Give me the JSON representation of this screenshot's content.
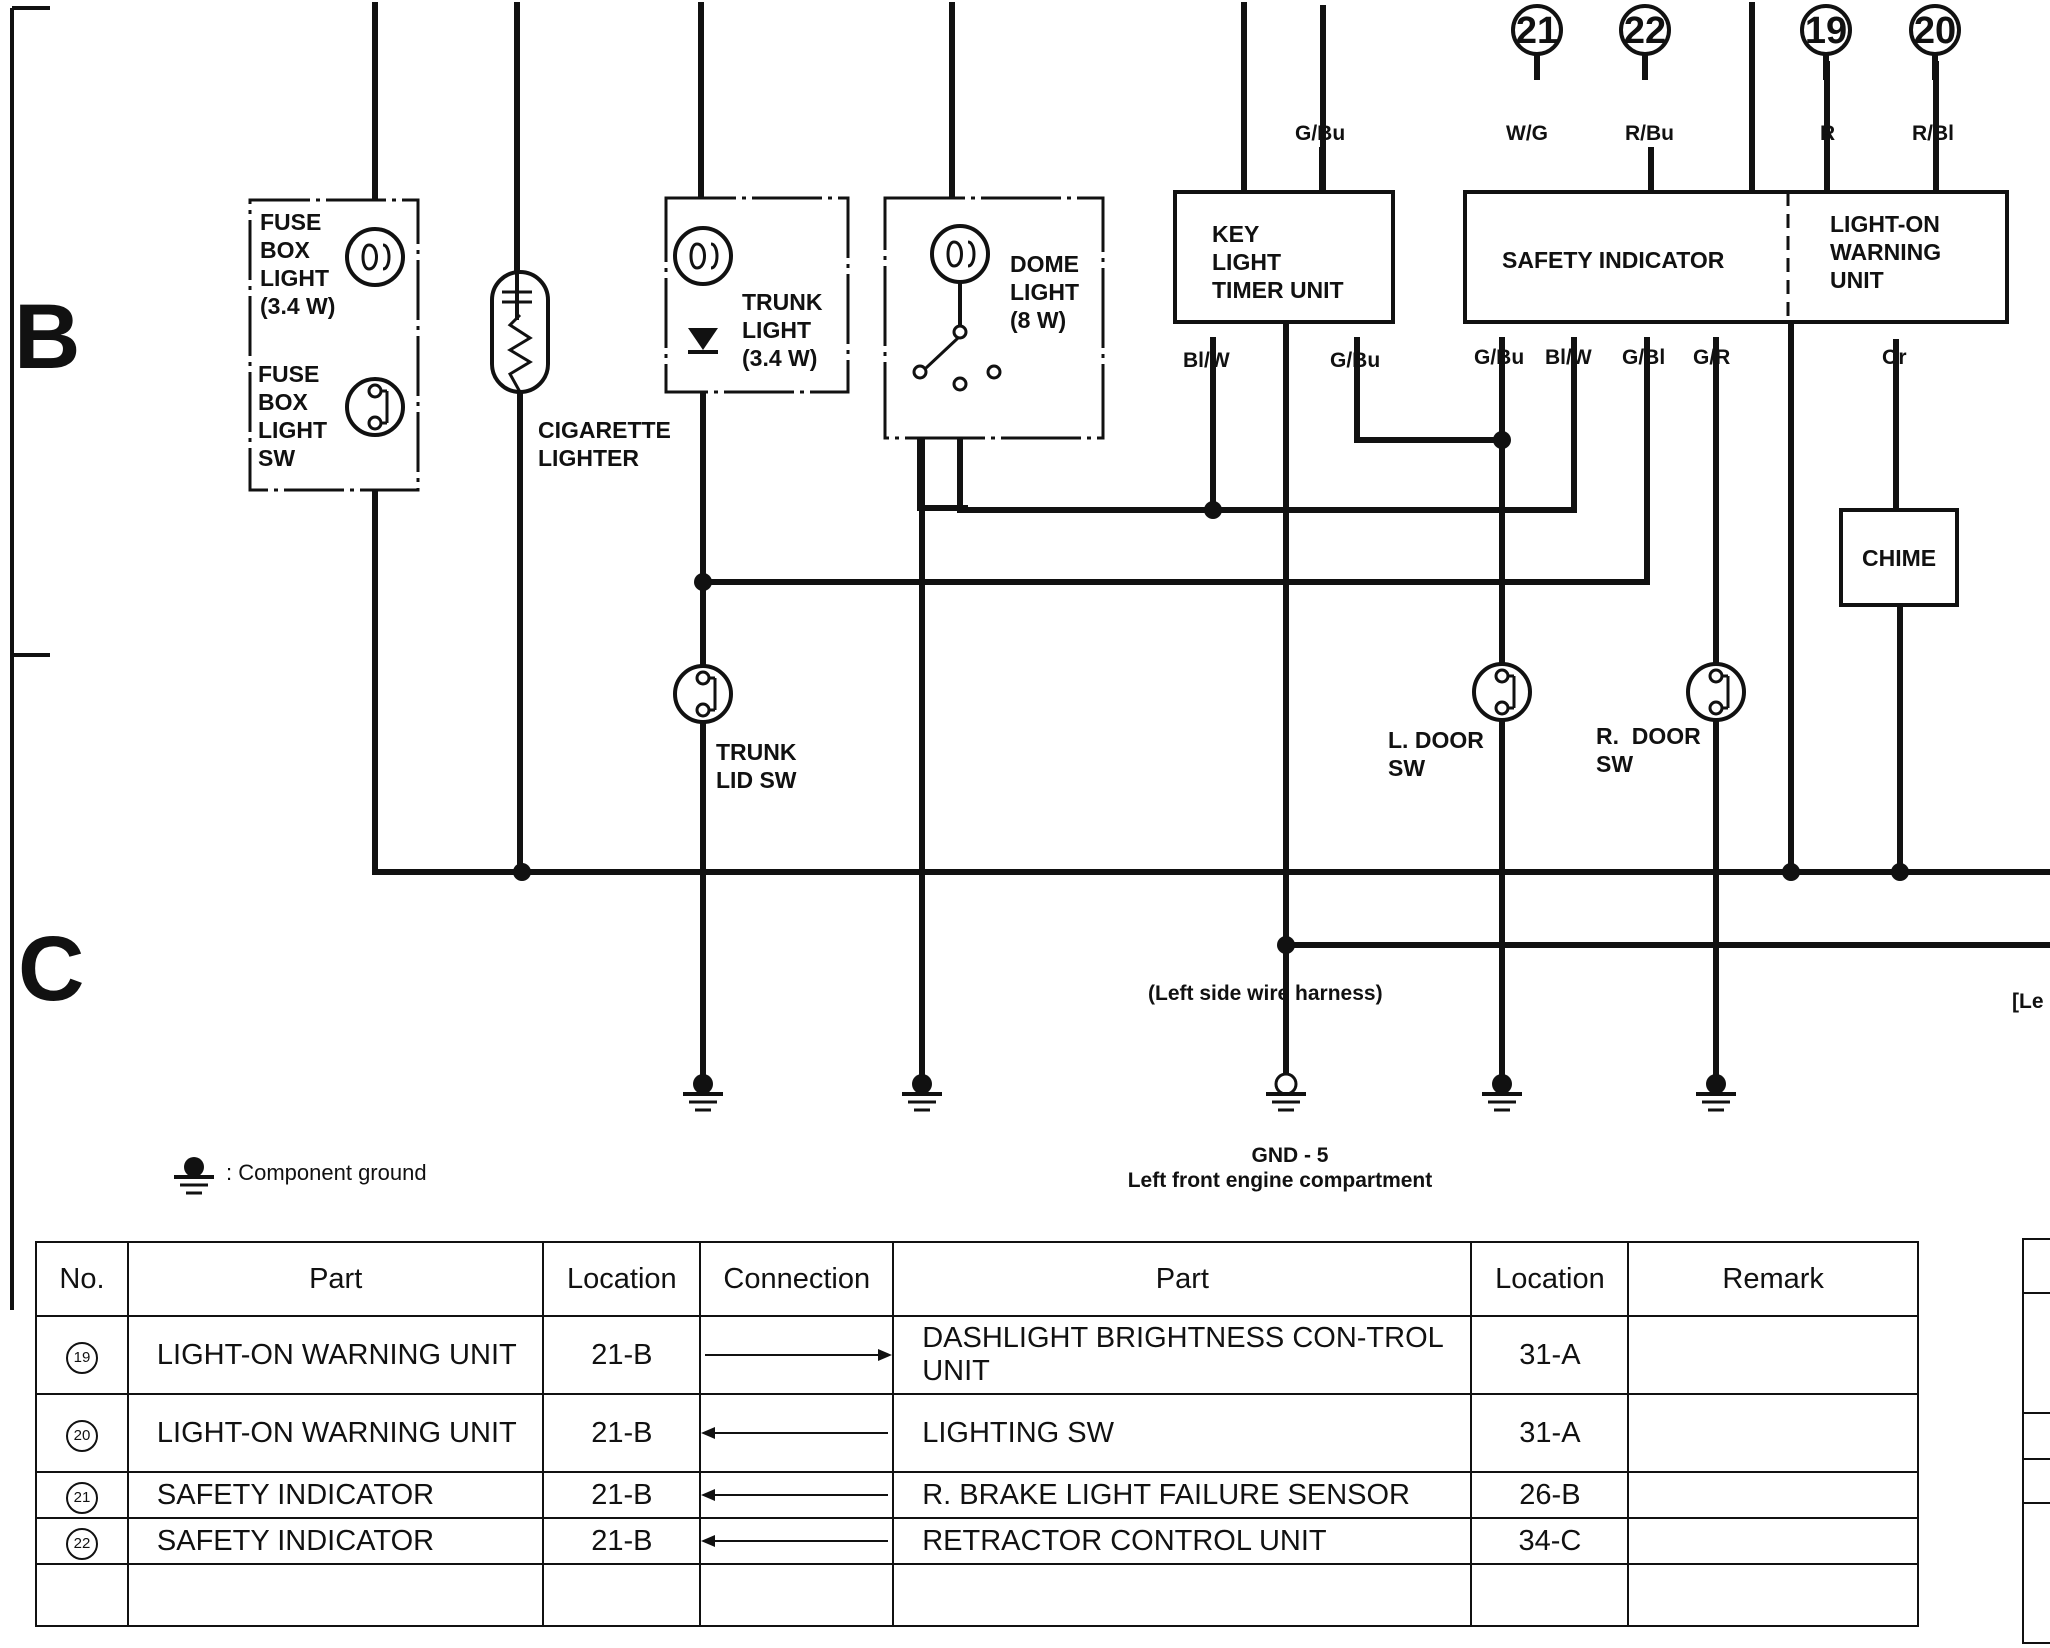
{
  "section_markers": {
    "b": "B",
    "c": "C"
  },
  "connectors": {
    "c21": "21",
    "c22": "22",
    "c19": "19",
    "c20": "20"
  },
  "components": {
    "fuse_box_light": [
      "FUSE",
      "BOX",
      "LIGHT",
      "(3.4 W)"
    ],
    "fuse_box_light_sw": [
      "FUSE",
      "BOX",
      "LIGHT",
      "SW"
    ],
    "cigarette_lighter": [
      "CIGARETTE",
      "LIGHTER"
    ],
    "trunk_light": [
      "TRUNK",
      "LIGHT",
      "(3.4 W)"
    ],
    "dome_light": [
      "DOME",
      "LIGHT",
      "(8 W)"
    ],
    "key_light_timer": [
      "KEY",
      "LIGHT",
      "TIMER UNIT"
    ],
    "safety_indicator": "SAFETY INDICATOR",
    "light_on_warning": [
      "LIGHT-ON",
      "WARNING",
      "UNIT"
    ],
    "chime": "CHIME",
    "trunk_lid_sw": [
      "TRUNK",
      "LID SW"
    ],
    "l_door_sw": [
      "L. DOOR",
      "SW"
    ],
    "r_door_sw": [
      "R.  DOOR",
      "SW"
    ]
  },
  "wire_colors": {
    "key_top": "G/Bu",
    "c21": "W/G",
    "c22": "R/Bu",
    "c19": "R",
    "c20": "R/Bl",
    "key_bl_w": "Bl/W",
    "key_g_bu": "G/Bu",
    "si_g_bu": "G/Bu",
    "si_bl_w": "Bl/W",
    "si_g_bl": "G/Bl",
    "si_g_r": "G/R",
    "lw_or": "Or"
  },
  "notes": {
    "harness": "(Left side wire harness)",
    "harness_cut": "[Le",
    "ground_legend": ": Component ground",
    "gnd_title": "GND - 5",
    "gnd_desc": "Left front engine compartment"
  },
  "table": {
    "headers": [
      "No.",
      "Part",
      "Location",
      "Connection",
      "Part",
      "Location",
      "Remark"
    ],
    "rows": [
      {
        "no": "19",
        "part": "LIGHT-ON WARNING UNIT",
        "loc": "21-B",
        "dir": "right",
        "part2": "DASHLIGHT BRIGHTNESS CON-TROL UNIT",
        "loc2": "31-A",
        "remark": ""
      },
      {
        "no": "20",
        "part": "LIGHT-ON WARNING UNIT",
        "loc": "21-B",
        "dir": "left",
        "part2": "LIGHTING SW",
        "loc2": "31-A",
        "remark": ""
      },
      {
        "no": "21",
        "part": "SAFETY INDICATOR",
        "loc": "21-B",
        "dir": "left",
        "part2": "R. BRAKE LIGHT FAILURE SENSOR",
        "loc2": "26-B",
        "remark": ""
      },
      {
        "no": "22",
        "part": "SAFETY INDICATOR",
        "loc": "21-B",
        "dir": "left",
        "part2": "RETRACTOR CONTROL UNIT",
        "loc2": "34-C",
        "remark": ""
      }
    ]
  }
}
